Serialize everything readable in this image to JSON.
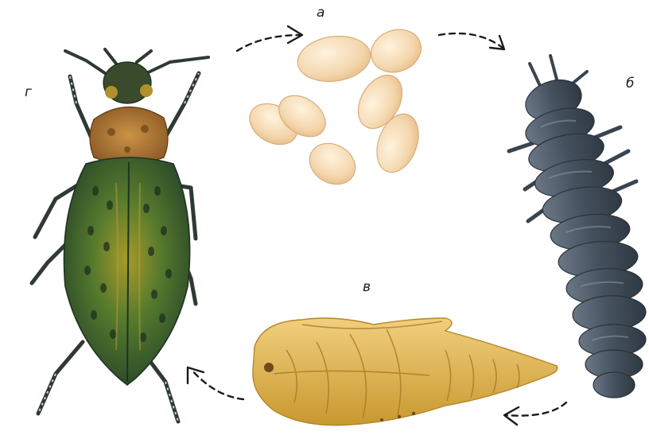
{
  "labels": {
    "eggs": "а",
    "larva": "б",
    "pupa": "в",
    "beetle": "г"
  },
  "colors": {
    "arrow": "#1a1a1a",
    "egg_fill": "#f6dcb6",
    "larva_fill": "#4a5663",
    "pupa_fill": "#e5bd62",
    "beetle_elytra": "#3b6b2f",
    "beetle_pronotum": "#b77e3a"
  }
}
